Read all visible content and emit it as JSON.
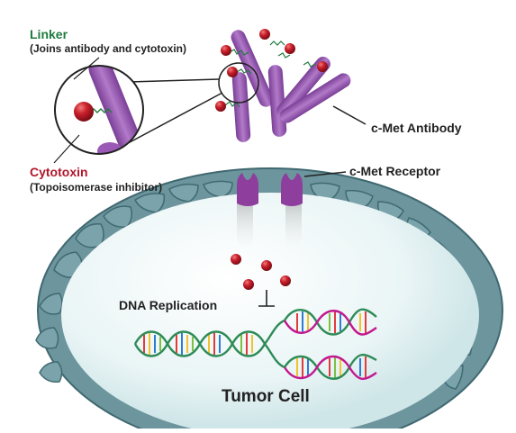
{
  "labels": {
    "linker_title": "Linker",
    "linker_desc": "(Joins antibody and cytotoxin)",
    "cytotoxin_title": "Cytotoxin",
    "cytotoxin_desc": "(Topoisomerase inhibitor)",
    "antibody": "c-Met Antibody",
    "receptor": "c-Met Receptor",
    "dna_replication": "DNA Replication",
    "tumor_cell": "Tumor Cell"
  },
  "colors": {
    "linker": "#1f7a3e",
    "cytotoxin": "#b3162a",
    "antibody": "#9b59b6",
    "receptor": "#8e3f9e",
    "membrane": "#5f8891",
    "cytoplasm": "#e8f3f4"
  }
}
